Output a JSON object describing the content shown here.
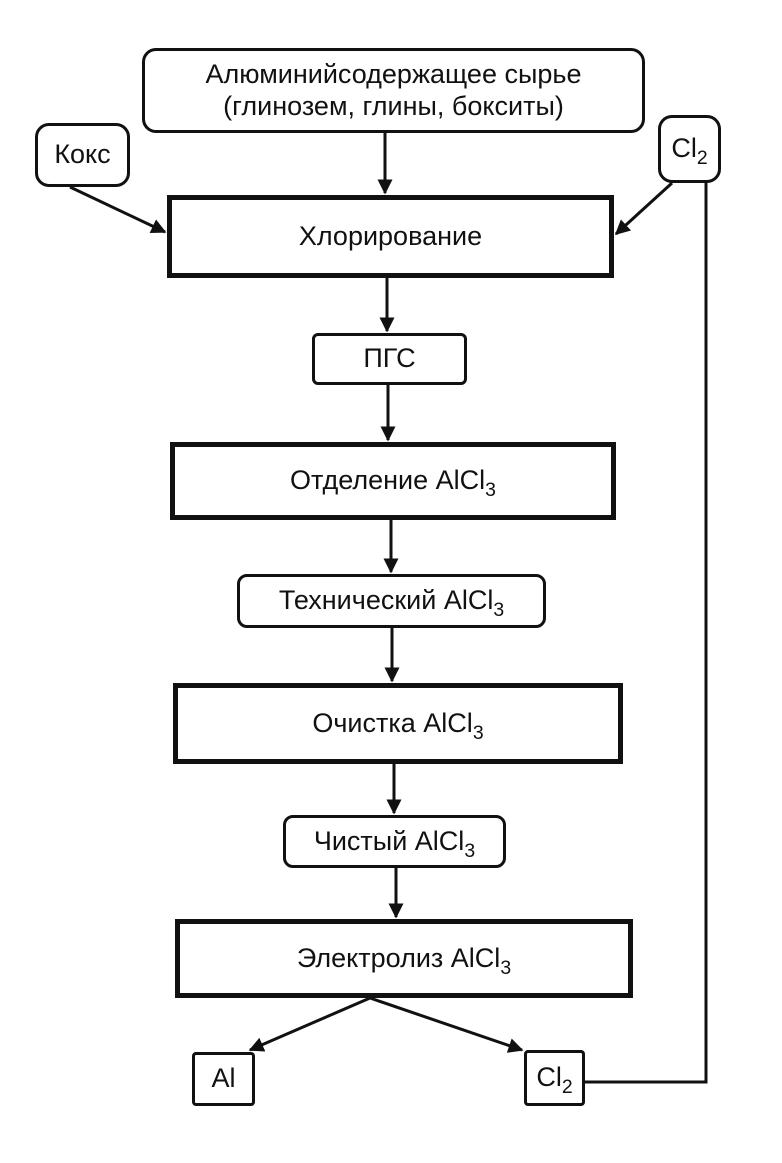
{
  "diagram": {
    "type": "process-flowchart",
    "nodes": [
      {
        "id": "raw",
        "kind": "material",
        "line1": "Алюминийсодержащее сырье",
        "line2": "(глинозем, глины, бокситы)"
      },
      {
        "id": "coke",
        "kind": "material",
        "text": "Кокс"
      },
      {
        "id": "cl2_in",
        "kind": "material",
        "base": "Cl",
        "sub": "2"
      },
      {
        "id": "chlorination",
        "kind": "process",
        "text": "Хлорирование"
      },
      {
        "id": "pgs",
        "kind": "material",
        "text": "ПГС"
      },
      {
        "id": "separation",
        "kind": "process",
        "base": "Отделение AlCl",
        "sub": "3"
      },
      {
        "id": "technical",
        "kind": "material",
        "base": "Технический AlCl",
        "sub": "3"
      },
      {
        "id": "purification",
        "kind": "process",
        "base": "Очистка AlCl",
        "sub": "3"
      },
      {
        "id": "pure",
        "kind": "material",
        "base": "Чистый AlCl",
        "sub": "3"
      },
      {
        "id": "electrolysis",
        "kind": "process",
        "base": "Электролиз AlCl",
        "sub": "3"
      },
      {
        "id": "al_out",
        "kind": "product",
        "text": "Al"
      },
      {
        "id": "cl2_out",
        "kind": "product",
        "base": "Cl",
        "sub": "2"
      }
    ],
    "edges": [
      {
        "from": "raw",
        "to": "chlorination"
      },
      {
        "from": "coke",
        "to": "chlorination"
      },
      {
        "from": "cl2_in",
        "to": "chlorination"
      },
      {
        "from": "chlorination",
        "to": "pgs"
      },
      {
        "from": "pgs",
        "to": "separation"
      },
      {
        "from": "separation",
        "to": "technical"
      },
      {
        "from": "technical",
        "to": "purification"
      },
      {
        "from": "purification",
        "to": "pure"
      },
      {
        "from": "pure",
        "to": "electrolysis"
      },
      {
        "from": "electrolysis",
        "to": "al_out"
      },
      {
        "from": "electrolysis",
        "to": "cl2_out"
      },
      {
        "from": "cl2_out",
        "to": "cl2_in",
        "kind": "recycle-loop"
      }
    ]
  }
}
